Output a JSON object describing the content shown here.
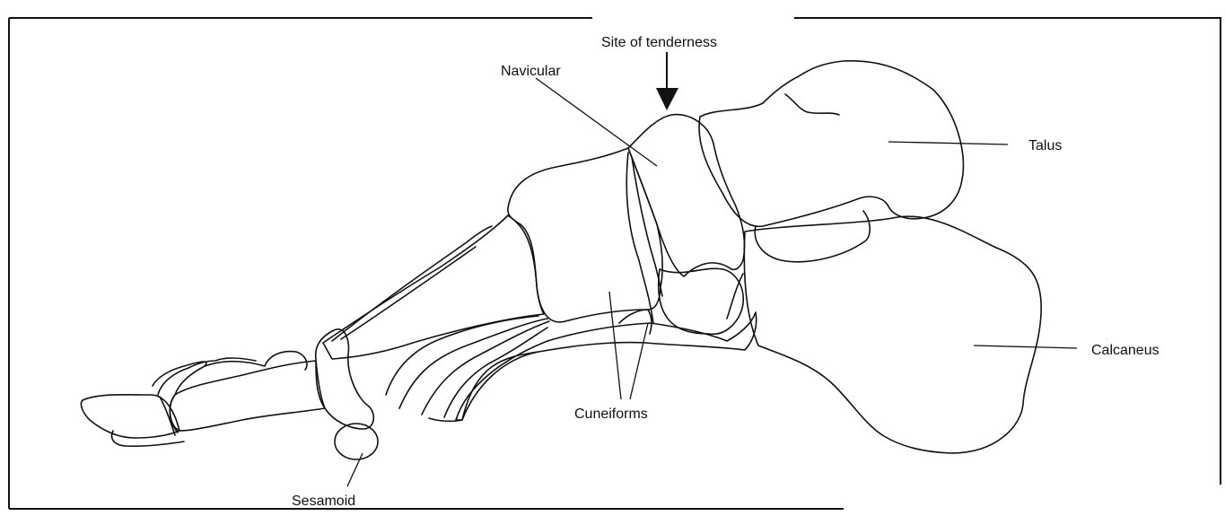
{
  "diagram": {
    "labels": {
      "site": "Site of tenderness",
      "navicular": "Navicular",
      "talus": "Talus",
      "calcaneus": "Calcaneus",
      "cuneiforms": "Cuneiforms",
      "sesamoid": "Sesamoid"
    },
    "colors": {
      "line": "#111111",
      "background": "#ffffff"
    }
  }
}
